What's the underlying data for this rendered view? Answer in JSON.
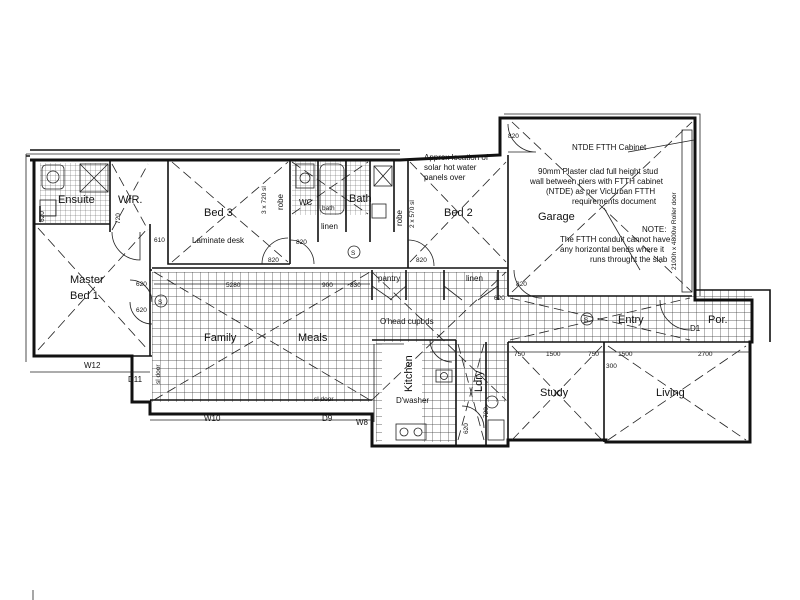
{
  "rooms": {
    "ensuite": "Ensuite",
    "wir": "WIR.",
    "bed3": "Bed 3",
    "wc": "WC",
    "bath": "Bath",
    "bed2": "Bed 2",
    "garage": "Garage",
    "master_bed": [
      "Master",
      "Bed  1"
    ],
    "family": "Family",
    "meals": "Meals",
    "kitchen": "Kitchen",
    "ldry": "Ldry",
    "study": "Study",
    "living": "Living",
    "entry": "Entry",
    "porch": "Por."
  },
  "labels": {
    "robe": "robe",
    "robe2": "robe",
    "linen": "linen",
    "linen2": "linen",
    "pantry": "pantry",
    "bath_small": "bath",
    "laminate_desk": "Laminate desk",
    "ohead_cupbds": "O'head cupbds",
    "dwasher": "D'washer",
    "sl_door": "sl door",
    "sl_door2": "sl door",
    "roller_door": "2100h x 4800w Roller door",
    "smoke": "S"
  },
  "notes": {
    "solar": [
      "Approx location of",
      "solar hot water",
      "panels over"
    ],
    "ntde_title": "NTDE FTTH Cabinet",
    "plaster": [
      "90mm Plaster clad full height stud",
      "wall between piers with FTTH cabinet",
      "(NTDE)  as per VicUrban FTTH",
      "requirements document"
    ],
    "note": [
      "NOTE:",
      "The FTTH conduit cannot have",
      "any horizontal bends where it",
      "runs throught the slab"
    ]
  },
  "dimensions": {
    "d620a": "620",
    "d720": "720",
    "d610": "610",
    "d620b": "620",
    "d620c": "620",
    "d820a": "820",
    "d820b": "820",
    "d820c": "820",
    "d820d": "820",
    "d820e": "820",
    "d5280": "5280",
    "d900": "900",
    "d830": "830",
    "d3x720": "3 x 720 sl",
    "d2x570": "2 x 570 sl",
    "d750a": "750",
    "d1500a": "1500",
    "d750b": "750",
    "d1500b": "1500",
    "d300": "300",
    "d2700": "2700",
    "d720b": "720",
    "d620d": "620",
    "d620e": "620"
  },
  "windows": {
    "w12": "W12",
    "d11": "D11",
    "w10": "W10",
    "d9": "D9",
    "w8": "W8",
    "d1": "D1"
  }
}
